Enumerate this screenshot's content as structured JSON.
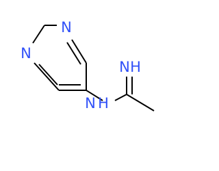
{
  "structure": {
    "atoms": {
      "ring_n1": {
        "symbol": "N"
      },
      "ring_n3": {
        "symbol": "N"
      },
      "amine_n": {
        "symbol": "N",
        "hydrogen": "H"
      },
      "imine_n": {
        "symbol": "N",
        "hydrogen": "H"
      }
    }
  },
  "colors": {
    "bond": "#000000",
    "nitrogen": "#3050F8",
    "background": "#ffffff"
  }
}
